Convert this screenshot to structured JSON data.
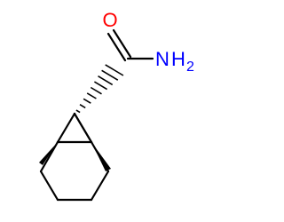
{
  "atoms": {
    "oxygen": {
      "symbol": "O"
    },
    "amide_nitrogen": {
      "symbol": "N",
      "hydrogen": "H",
      "hydrogen_count": "2"
    }
  },
  "colors": {
    "bond": "#000000",
    "oxygen": "#ff0000",
    "nitrogen": "#0000ff"
  }
}
